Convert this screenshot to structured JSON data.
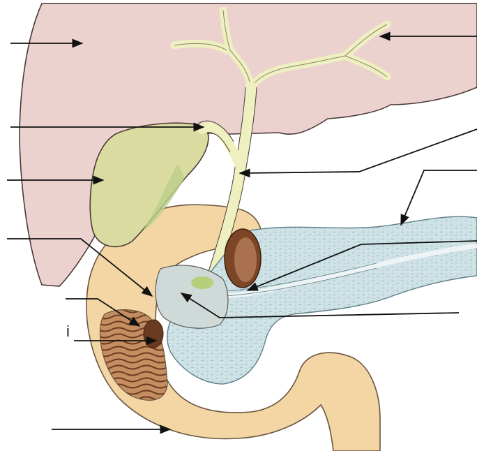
{
  "diagram": {
    "letter_label": "i",
    "colors": {
      "liver": "#ebd2cf",
      "liver_outline": "#4a3a36",
      "gallbladder": "#d9dba0",
      "bile_duct": "#eef0c0",
      "duodenum": "#f3d6a4",
      "duodenum_outline": "#6a5540",
      "pancreas": "#cfe2e6",
      "pancreas_texture": "#8fb2bc",
      "papilla": "#a9714d",
      "papilla_dark": "#6b3a22",
      "fold": "#9c6a46",
      "arrow": "#111111"
    },
    "pointers": [
      {
        "name": "liver",
        "direction": "right"
      },
      {
        "name": "hepatic-duct",
        "direction": "left"
      },
      {
        "name": "cystic-duct",
        "direction": "right"
      },
      {
        "name": "gallbladder",
        "direction": "right"
      },
      {
        "name": "common-bile-duct",
        "direction": "left"
      },
      {
        "name": "pancreas",
        "direction": "left"
      },
      {
        "name": "ampulla",
        "direction": "right"
      },
      {
        "name": "pancreatic-duct",
        "direction": "left"
      },
      {
        "name": "papilla",
        "direction": "right"
      },
      {
        "name": "sphincter",
        "direction": "left"
      },
      {
        "name": "major-papilla-i",
        "direction": "right"
      },
      {
        "name": "duodenum",
        "direction": "right"
      }
    ]
  }
}
